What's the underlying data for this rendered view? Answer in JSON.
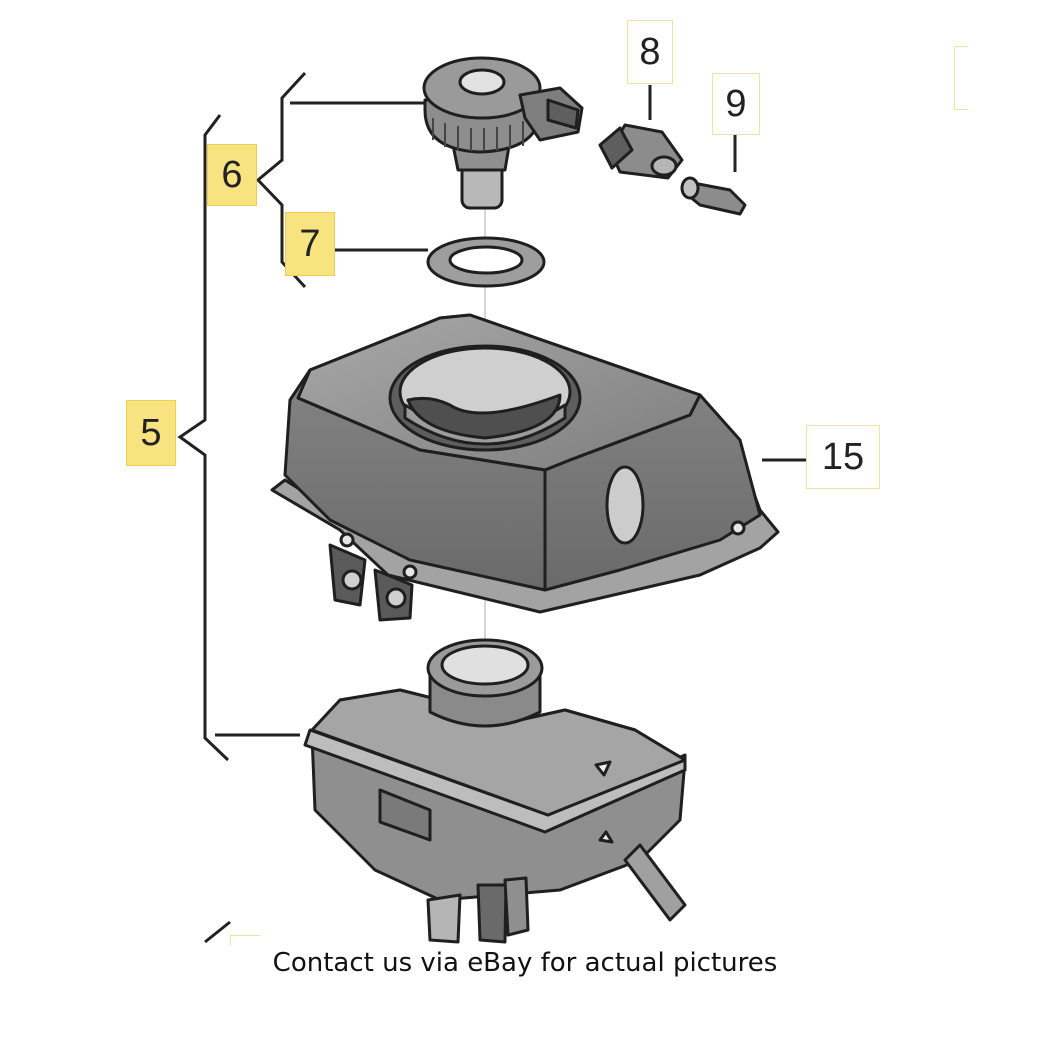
{
  "labels": {
    "l5": "5",
    "l6": "6",
    "l7": "7",
    "l8": "8",
    "l9": "9",
    "l15": "15"
  },
  "caption": "Contact us via eBay for actual pictures",
  "colors": {
    "highlight": "#f7e37f",
    "part_fill": "#8e8e8e",
    "part_dark": "#5d5d5d",
    "part_light": "#bdbdbd",
    "outline": "#1f1f1f",
    "leader": "#222222"
  }
}
